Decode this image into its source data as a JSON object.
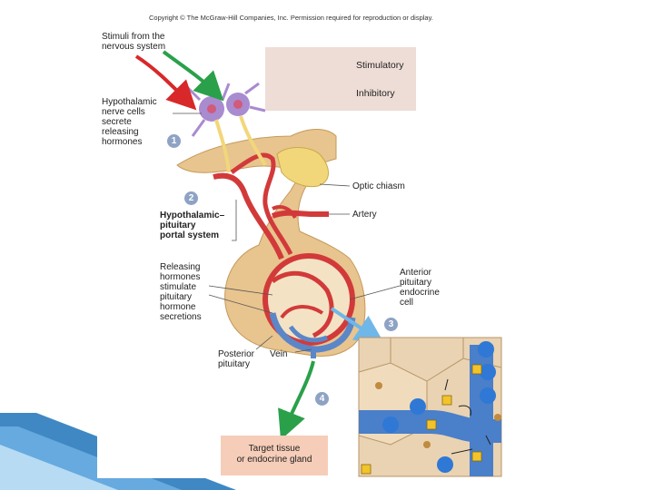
{
  "copyright": "Copyright © The McGraw-Hill Companies, Inc. Permission required for reproduction or display.",
  "legend": {
    "stimulatory": "Stimulatory",
    "inhibitory": "Inhibitory",
    "stimulatory_color": "#2aa04a",
    "inhibitory_color": "#d8282a"
  },
  "labels": {
    "stimuli": [
      "Stimuli from the",
      "nervous system"
    ],
    "hypothalamic": [
      "Hypothalamic",
      "nerve cells",
      "secrete",
      "releasing",
      "hormones"
    ],
    "portal": [
      "Hypothalamic–",
      "pituitary",
      "portal system"
    ],
    "releasing": [
      "Releasing",
      "hormones",
      "stimulate",
      "pituitary",
      "hormone",
      "secretions"
    ],
    "optic_chiasm": "Optic chiasm",
    "artery": "Artery",
    "anterior": [
      "Anterior",
      "pituitary",
      "endocrine",
      "cell"
    ],
    "posterior": [
      "Posterior",
      "pituitary"
    ],
    "vein": "Vein",
    "target": [
      "Target tissue",
      "or endocrine gland"
    ]
  },
  "steps": [
    "1",
    "2",
    "3",
    "4"
  ],
  "colors": {
    "pituitary": "#e8c48f",
    "blood_red": "#d23a3a",
    "vein_blue": "#5b86c8",
    "neuron": "#a98bd0",
    "optic": "#f2d77a",
    "step_circle": "#8ea3c4",
    "slide_band": "#1e73b8"
  }
}
